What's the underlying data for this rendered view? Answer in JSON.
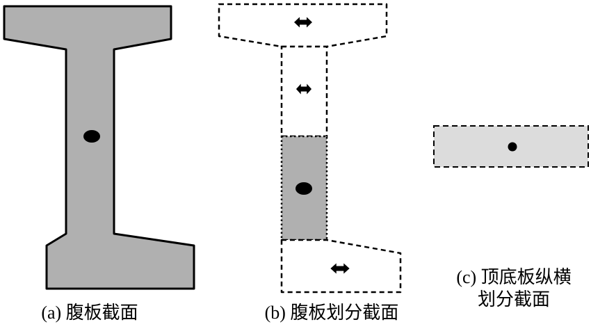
{
  "figure": {
    "captions": {
      "a": "(a) 腹板截面",
      "b": "(b) 腹板划分截面",
      "c_line1": "(c) 顶底板纵横",
      "c_line2": "划分截面"
    },
    "colors": {
      "background": "#ffffff",
      "outline": "#000000",
      "gray_fill": "#b0b0b0",
      "light_gray_fill": "#dcdcdc",
      "white_fill": "#ffffff",
      "marker": "#000000"
    },
    "markers": {
      "panel_a": "centroid-dot",
      "panel_b_top_flange": "double-arrow-marker",
      "panel_b_upper_web": "double-arrow-marker",
      "panel_b_mid_web": "centroid-dot",
      "panel_b_bottom_flange": "double-arrow-marker",
      "panel_c_plate": "centroid-dot"
    }
  }
}
